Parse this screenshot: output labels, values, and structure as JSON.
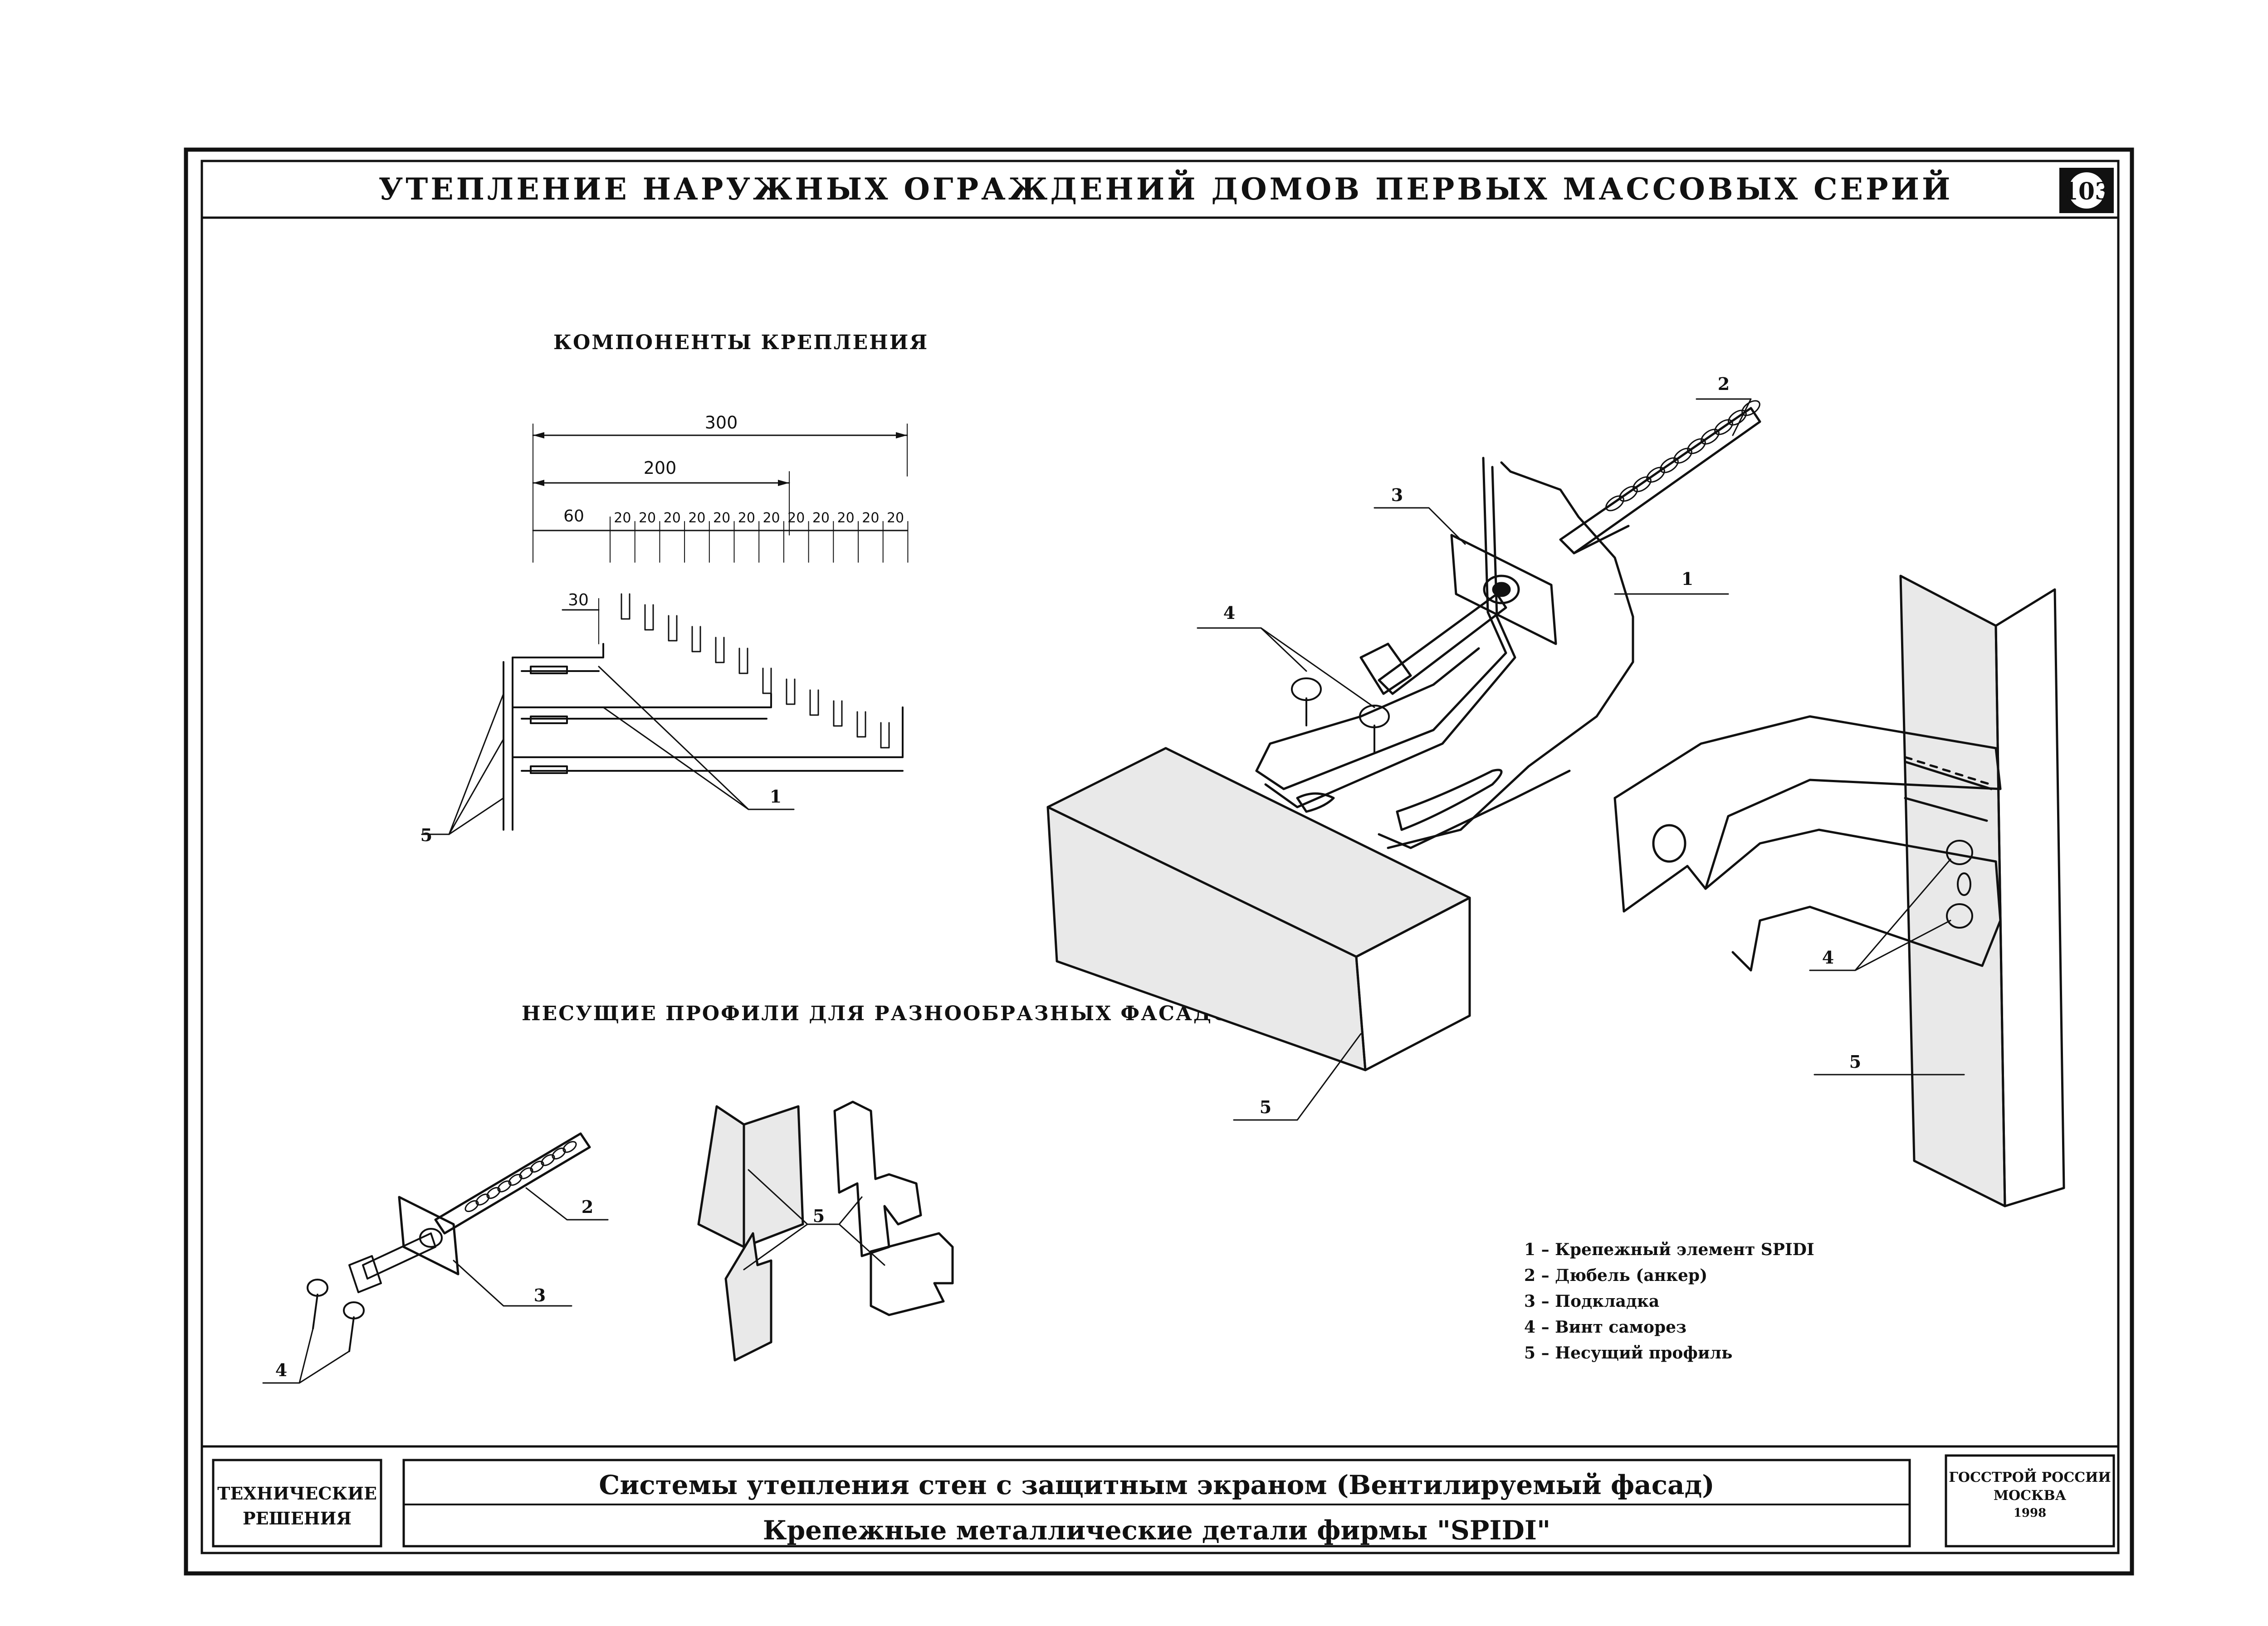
{
  "header": {
    "title": "УТЕПЛЕНИЕ НАРУЖНЫХ ОГРАЖДЕНИЙ ДОМОВ ПЕРВЫХ МАССОВЫХ СЕРИЙ",
    "sheet_number": "103"
  },
  "sections": {
    "components_title": "КОМПОНЕНТЫ КРЕПЛЕНИЯ",
    "profiles_title": "НЕСУЩИЕ ПРОФИЛИ ДЛЯ РАЗНООБРАЗНЫХ ФАСАДОВ"
  },
  "dimensions": {
    "d300": "300",
    "d200": "200",
    "d60": "60",
    "step": "20",
    "d30": "30"
  },
  "callouts": {
    "c1": "1",
    "c2": "2",
    "c3": "3",
    "c4": "4",
    "c5": "5"
  },
  "legend": [
    "1 – Крепежный элемент SPIDI",
    "2 – Дюбель (анкер)",
    "3 – Подкладка",
    "4 – Винт саморез",
    "5 – Несущий профиль"
  ],
  "title_block": {
    "category_line1": "ТЕХНИЧЕСКИЕ",
    "category_line2": "РЕШЕНИЯ",
    "system_title": "Системы утепления стен с защитным экраном (Вентилируемый фасад)",
    "sheet_title": "Крепежные металлические детали фирмы \"SPIDI\"",
    "org_line1": "ГОССТРОЙ РОССИИ",
    "org_line2": "МОСКВА",
    "org_year": "1998"
  }
}
